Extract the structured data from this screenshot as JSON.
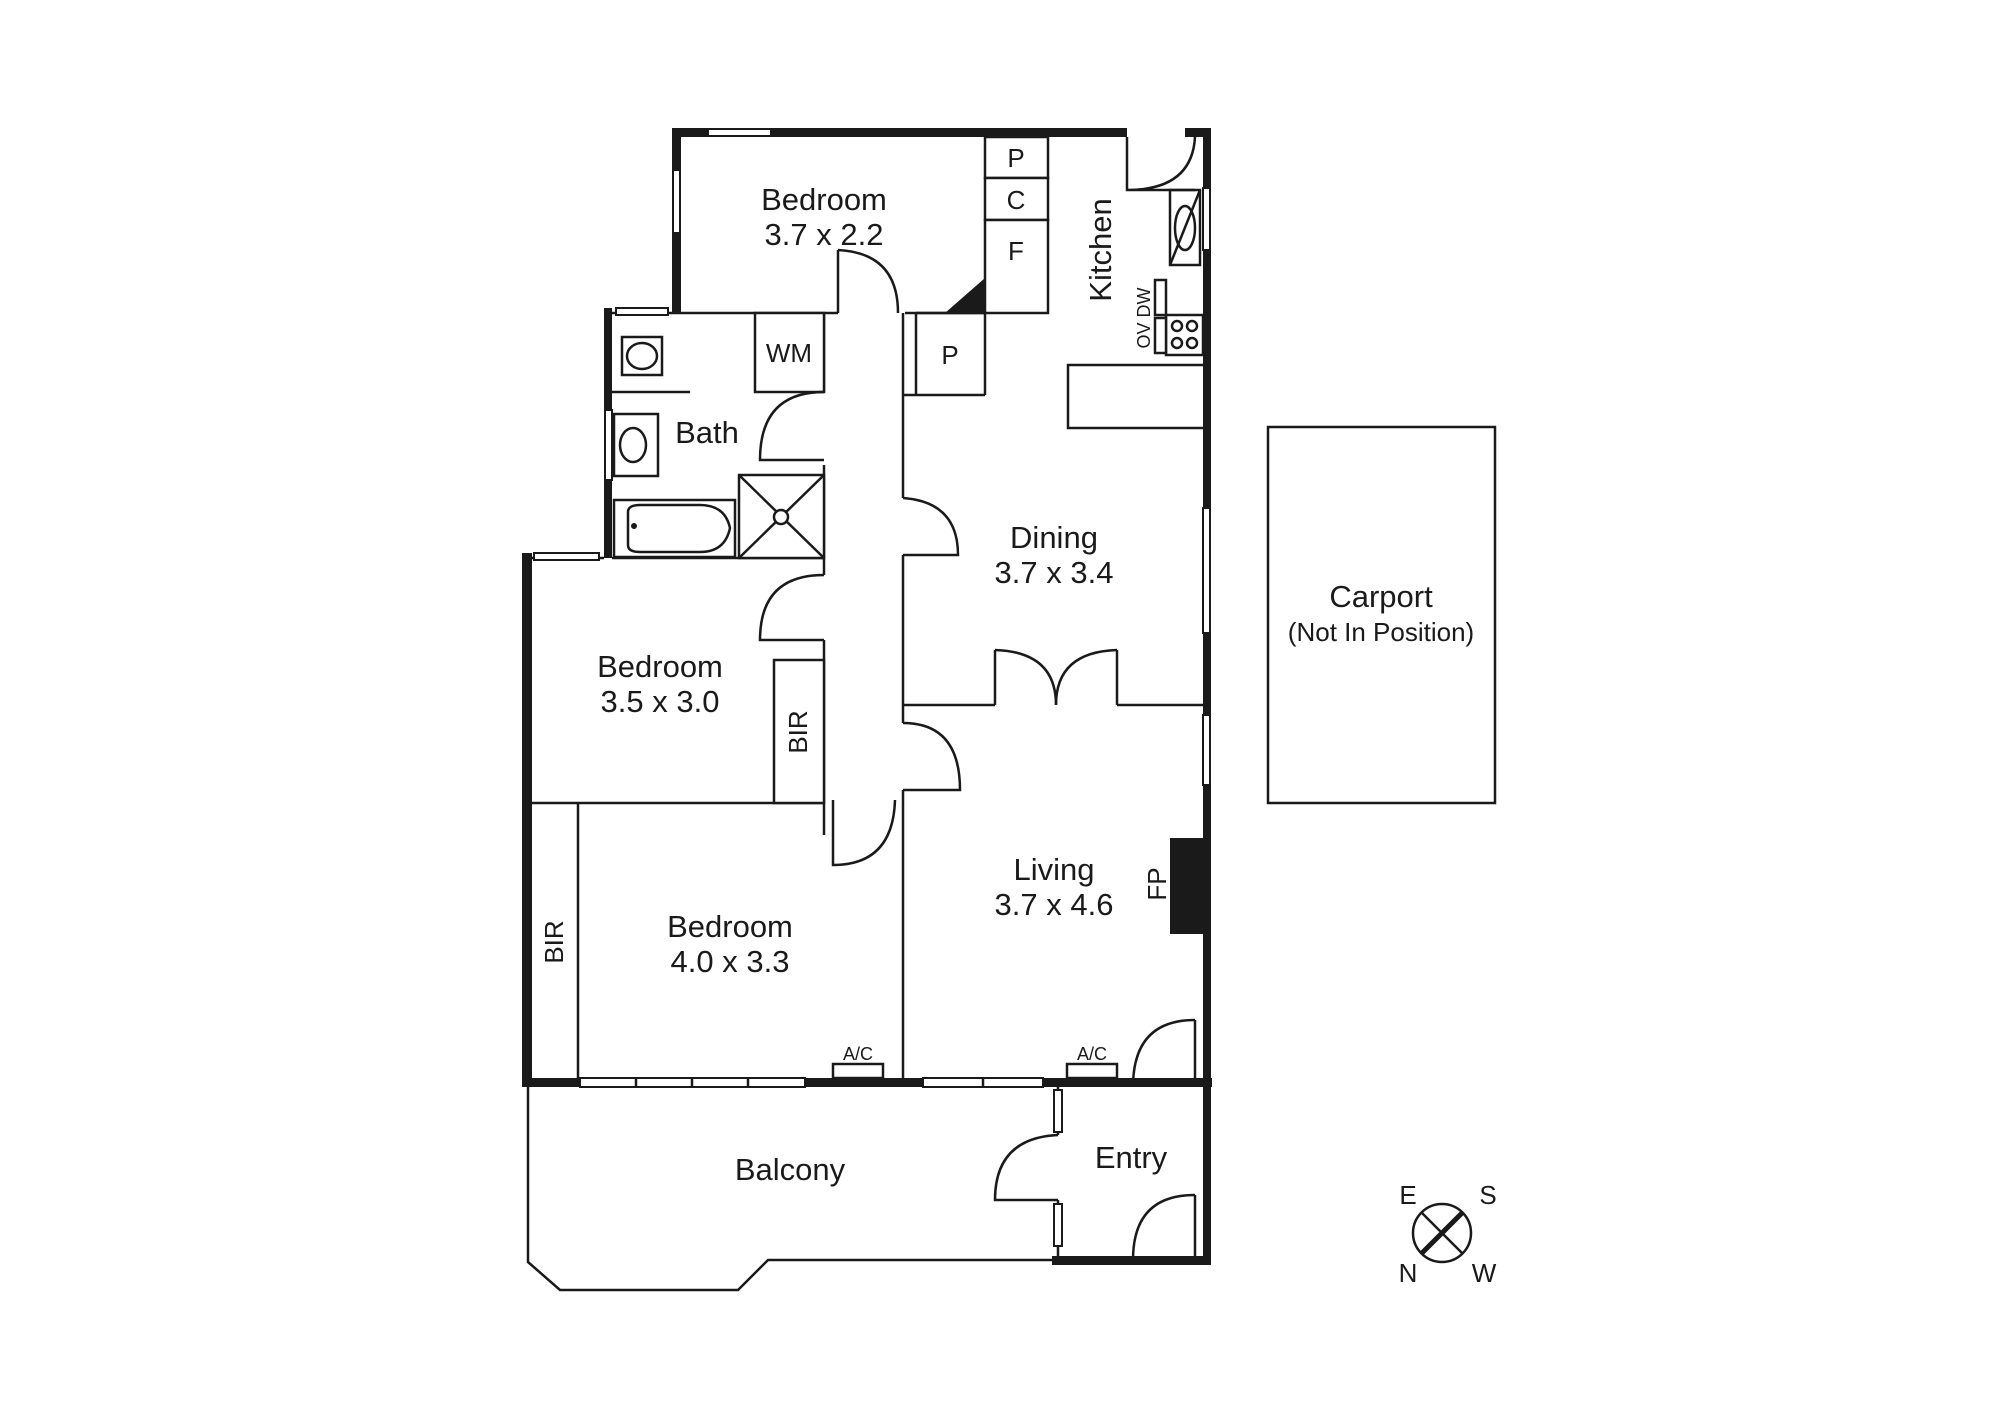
{
  "rooms": {
    "bedroom1": {
      "name": "Bedroom",
      "size": "3.7 x 2.2"
    },
    "bath": {
      "name": "Bath"
    },
    "kitchen": {
      "name": "Kitchen"
    },
    "dining": {
      "name": "Dining",
      "size": "3.7 x 3.4"
    },
    "bedroom2": {
      "name": "Bedroom",
      "size": "3.5 x 3.0"
    },
    "bedroom3": {
      "name": "Bedroom",
      "size": "4.0 x 3.3"
    },
    "living": {
      "name": "Living",
      "size": "3.7 x 4.6"
    },
    "balcony": {
      "name": "Balcony"
    },
    "entry": {
      "name": "Entry"
    },
    "carport": {
      "name": "Carport",
      "note": "(Not In Position)"
    }
  },
  "fixtures": {
    "pantry_top": "P",
    "cupboard": "C",
    "fridge": "F",
    "pantry_hall": "P",
    "washing_machine": "WM",
    "bir_bedroom2": "BIR",
    "bir_bedroom3": "BIR",
    "oven_dishwasher": "OV DW",
    "fireplace": "FP",
    "ac_bedroom": "A/C",
    "ac_living": "A/C"
  },
  "compass": {
    "east": "E",
    "south": "S",
    "north": "N",
    "west": "W"
  }
}
